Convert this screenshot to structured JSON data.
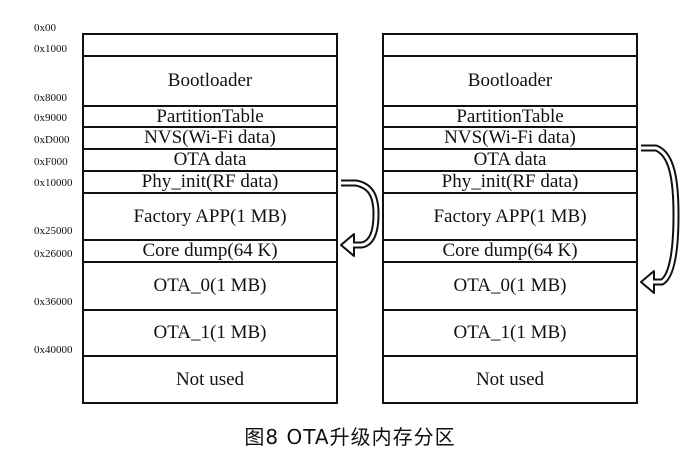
{
  "addresses": [
    "0x00",
    "0x1000",
    "0x8000",
    "0x9000",
    "0xD000",
    "0xF000",
    "0x10000",
    "0x25000",
    "0x26000",
    "0x36000",
    "0x40000"
  ],
  "partitions": [
    "",
    "Bootloader",
    "PartitionTable",
    "NVS(Wi-Fi data)",
    "OTA data",
    "Phy_init(RF data)",
    "Factory APP(1 MB)",
    "Core dump(64 K)",
    "OTA_0(1 MB)",
    "OTA_1(1 MB)",
    "Not used"
  ],
  "caption": "图8   OTA升级内存分区"
}
